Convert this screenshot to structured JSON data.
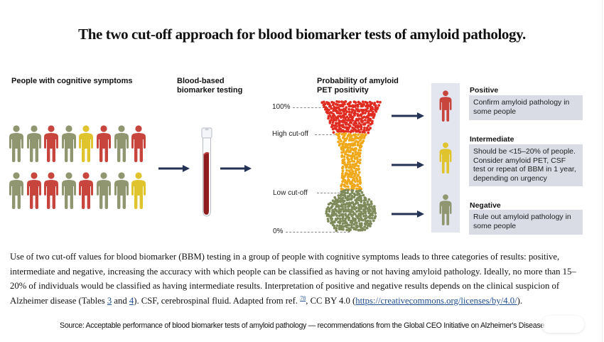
{
  "title": "The two cut-off approach for blood biomarker tests of amyloid pathology.",
  "colors": {
    "positive": "#c8453e",
    "intermediate": "#e0c42e",
    "negative": "#8f9670",
    "dot_red": "#e02b20",
    "dot_yellow": "#f0a818",
    "dot_green": "#7e8a5a",
    "arrow": "#243355",
    "panel": "#e3e6ee",
    "box": "#d9dce4",
    "link": "#1f4d8f"
  },
  "columns": {
    "people": "People with cognitive symptoms",
    "blood_line1": "Blood-based",
    "blood_line2": "biomarker testing",
    "prob_line1": "Probability of amyloid",
    "prob_line2": "PET positivity"
  },
  "people_rows": [
    [
      "negative",
      "negative",
      "positive",
      "negative",
      "intermediate",
      "positive",
      "negative",
      "positive"
    ],
    [
      "negative",
      "positive",
      "positive",
      "negative",
      "positive",
      "negative",
      "negative",
      "intermediate"
    ]
  ],
  "axis_labels": {
    "top": "100%",
    "high_cutoff": "High cut-off",
    "low_cutoff": "Low cut-off",
    "bottom": "0%"
  },
  "categories": [
    {
      "key": "positive",
      "label": "Positive",
      "lines": [
        "Confirm amyloid pathology in",
        "some people"
      ]
    },
    {
      "key": "intermediate",
      "label": "Intermediate",
      "lines": [
        "Should be <15–20% of people.",
        "Consider amyloid PET, CSF",
        "test or repeat of BBM in 1 year,",
        "depending on urgency"
      ]
    },
    {
      "key": "negative",
      "label": "Negative",
      "lines": [
        "Rule out amyloid pathology in",
        "some people"
      ]
    }
  ],
  "caption": {
    "part1": "Use of two cut-off values for blood biomarker (BBM) testing in a group of people with cognitive symptoms leads to three categories of results: positive, intermediate and negative, increasing the accuracy with which people can be classified as having or not having amyloid pathology. Ideally, no more than 15–20% of individuals would be classified as having intermediate results. Interpretation of positive and negative results depends on the clinical suspicion of Alzheimer disease (Tables ",
    "table3": "3",
    "and": " and ",
    "table4": "4",
    "part2": "). CSF, cerebrospinal fluid. Adapted from ref. ",
    "ref": "78",
    "part3": ", CC BY 4.0 (",
    "license_url": "https://creativecommons.org/licenses/by/4.0/",
    "part4": ")."
  },
  "source": "Source: Acceptable performance of blood biomarker tests of amyloid pathology — recommendations from the Global CEO Initiative on Alzheimer's Disease"
}
